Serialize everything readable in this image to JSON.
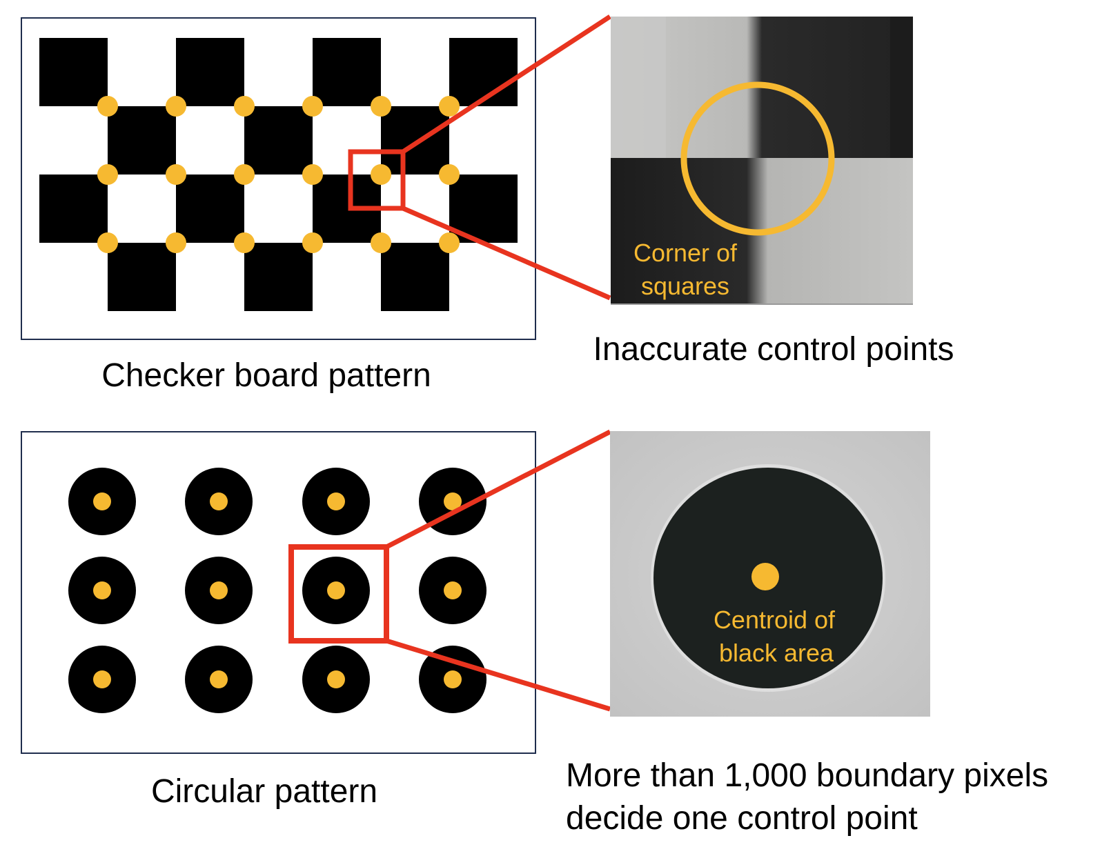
{
  "colors": {
    "marker": "#F6B931",
    "callout": "#E8341F",
    "frame": "#1F2D4D",
    "square": "#000000",
    "zoom_bg_light": "#B7B7B5",
    "zoom_bg_dark": "#1A1A1A",
    "photo_bg": "#C9C9C9"
  },
  "top_panel": {
    "caption": "Checker board pattern",
    "zoom_label_line1": "Corner of",
    "zoom_label_line2": "squares",
    "right_caption": "Inaccurate control points"
  },
  "bottom_panel": {
    "caption": "Circular pattern",
    "zoom_label_line1": "Centroid of",
    "zoom_label_line2": "black area",
    "right_caption_line1": "More than 1,000 boundary pixels",
    "right_caption_line2": "decide one control point"
  }
}
